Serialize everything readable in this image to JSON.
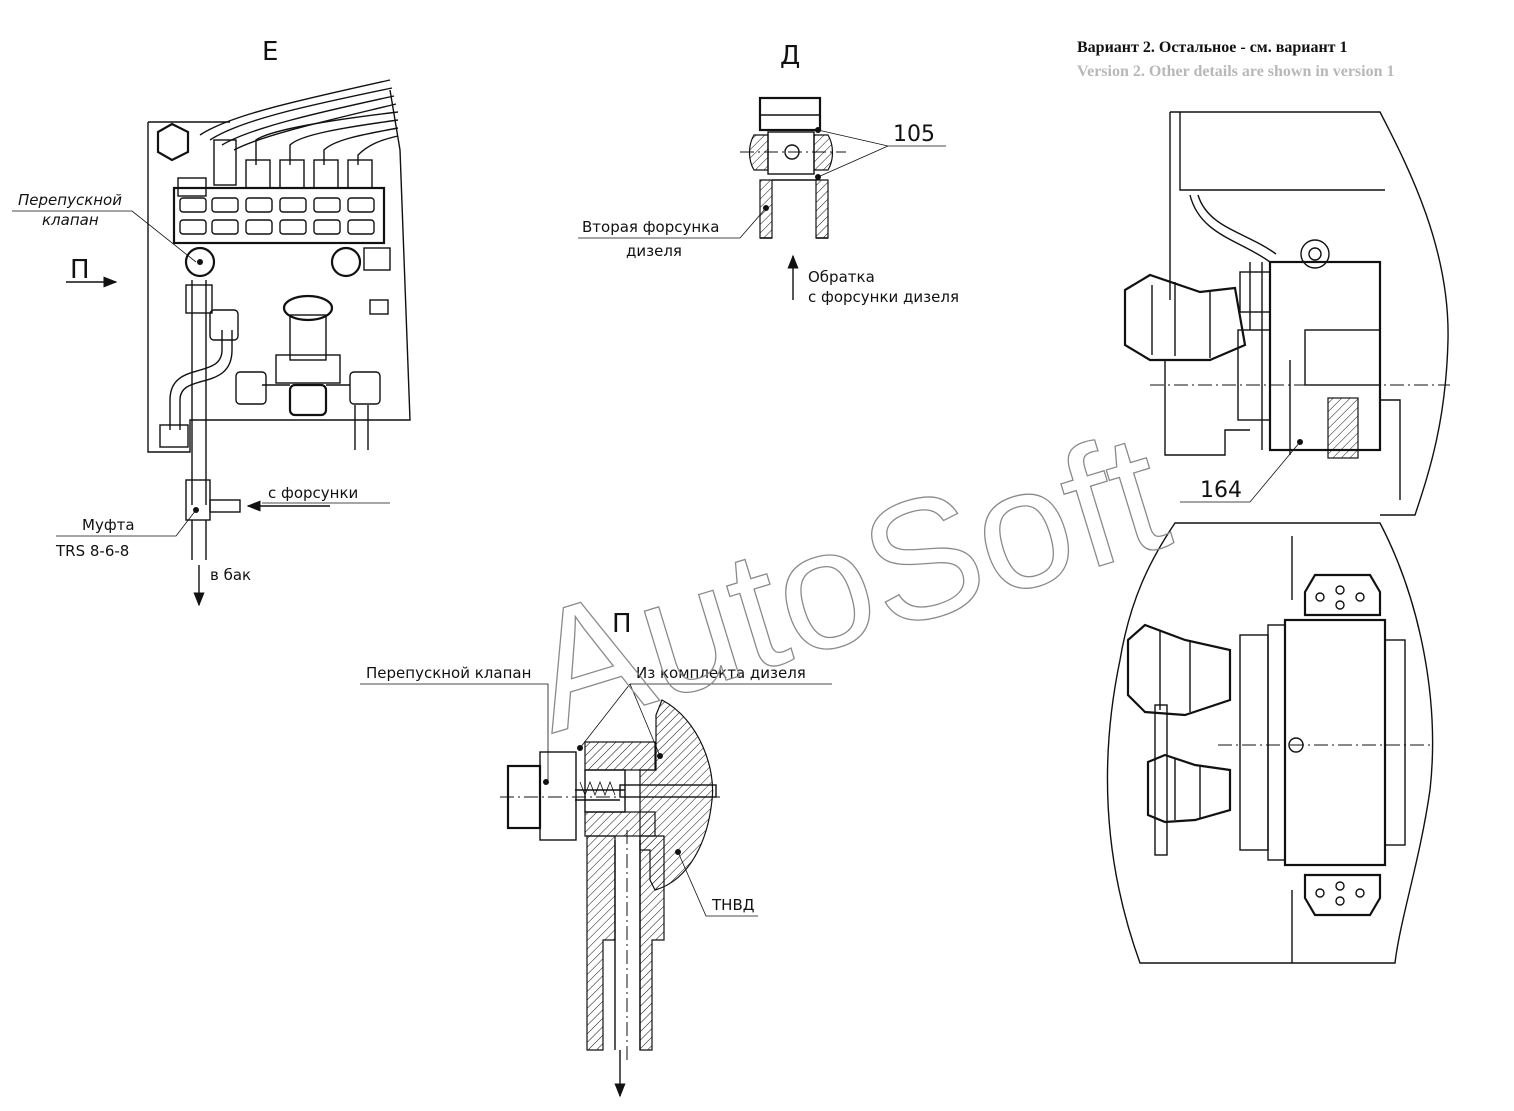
{
  "views": {
    "e_title": "Е",
    "d_title": "Д",
    "p_title": "П",
    "p_arrow_label": "П"
  },
  "labels": {
    "bypass_valve_e_line1": "Перепускной",
    "bypass_valve_e_line2": "клапан",
    "from_injector": "с форсунки",
    "coupling_line1": "Муфта",
    "coupling_line2": "TRS 8-6-8",
    "to_tank": "в бак",
    "callout_105": "105",
    "second_injector_line1": "Вторая форсунка",
    "second_injector_line2": "дизеля",
    "return_line1": "Обратка",
    "return_line2": "с форсунки дизеля",
    "bypass_valve_p": "Перепускной клапан",
    "diesel_kit": "Из комплекта дизеля",
    "tnvd": "ТНВД",
    "callout_164": "164"
  },
  "note": {
    "ru": "Вариант 2. Остальное - см. вариант 1",
    "en": "Version 2. Other details are shown in version 1"
  },
  "watermark": "AutoSoft"
}
